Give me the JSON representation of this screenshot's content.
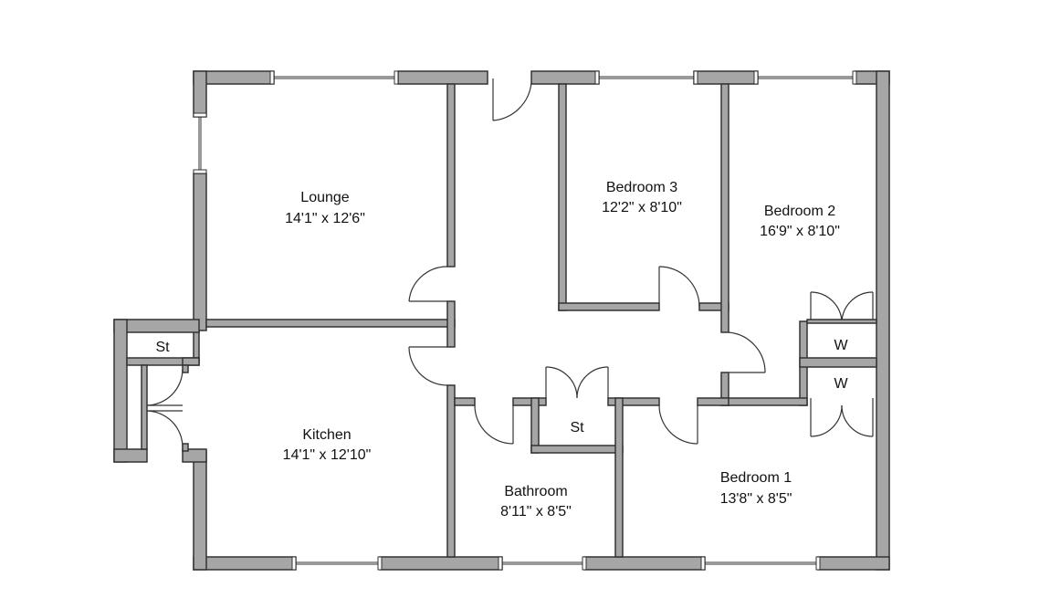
{
  "rooms": {
    "lounge": {
      "name": "Lounge",
      "size": "14'1\" x 12'6\""
    },
    "bedroom3": {
      "name": "Bedroom 3",
      "size": "12'2\" x 8'10\""
    },
    "bedroom2": {
      "name": "Bedroom 2",
      "size": "16'9\" x 8'10\""
    },
    "kitchen": {
      "name": "Kitchen",
      "size": "14'1\" x 12'10\""
    },
    "bathroom": {
      "name": "Bathroom",
      "size": "8'11\" x 8'5\""
    },
    "bedroom1": {
      "name": "Bedroom 1",
      "size": "13'8\" x 8'5\""
    }
  },
  "stores": {
    "store_left": "St",
    "store_hall": "St",
    "wardrobe_upper": "W",
    "wardrobe_lower": "W"
  }
}
